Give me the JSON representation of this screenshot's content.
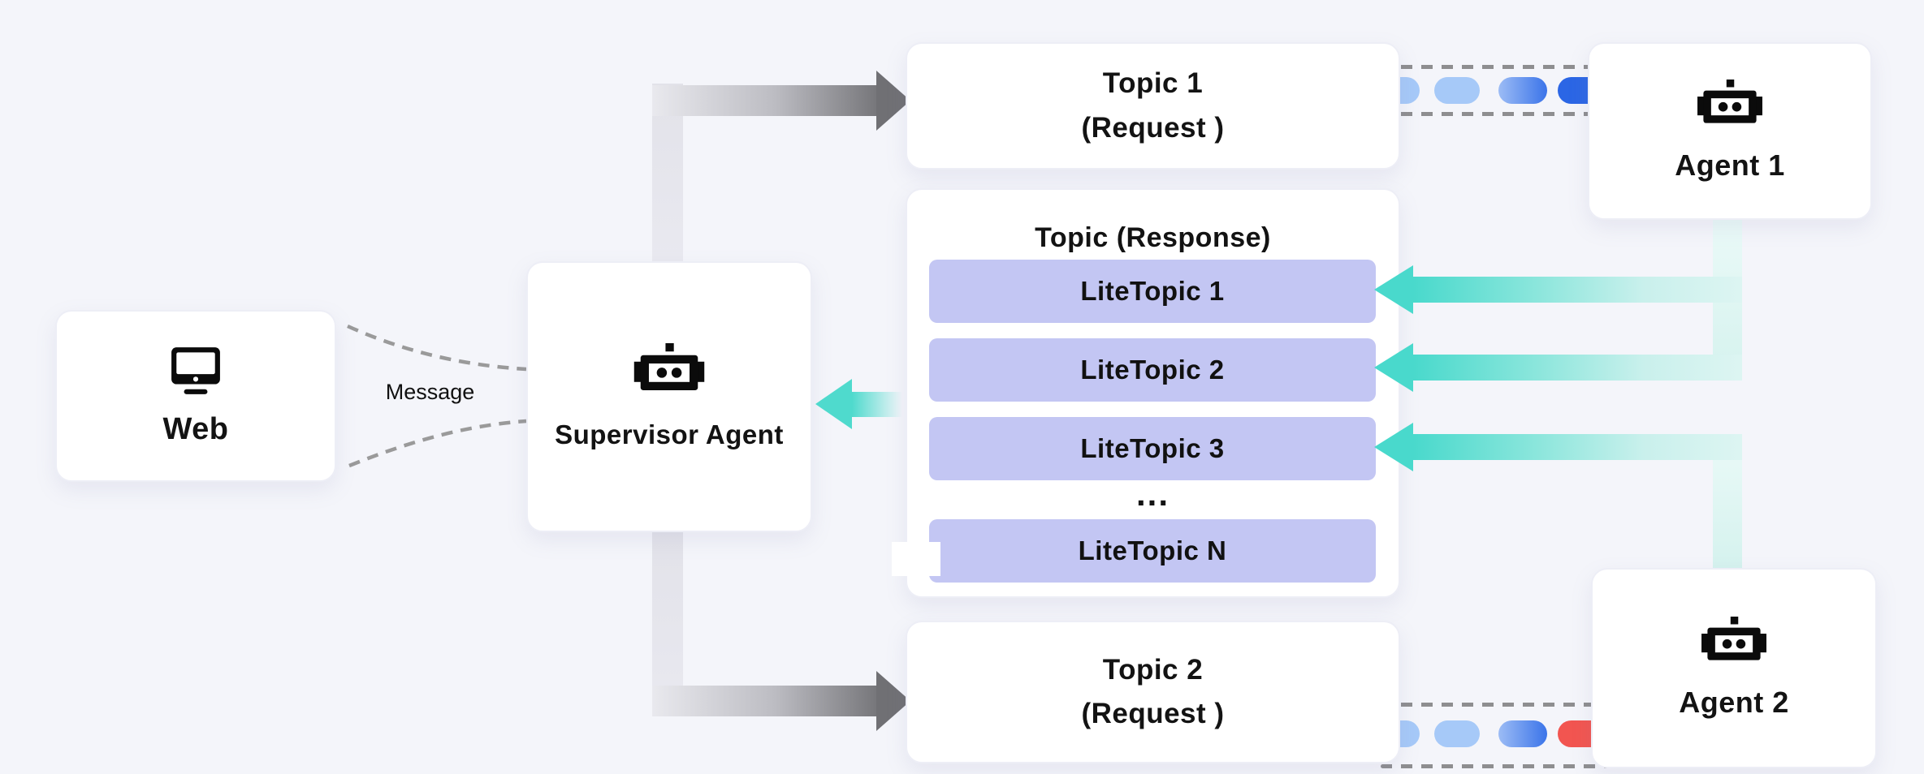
{
  "web": {
    "label": "Web",
    "icon": "monitor-icon"
  },
  "message_link": {
    "label": "Message"
  },
  "supervisor": {
    "label": "Supervisor Agent",
    "icon": "robot-icon"
  },
  "topic1": {
    "title": "Topic 1",
    "subtitle": "(Request )"
  },
  "response_topic": {
    "title": "Topic (Response)",
    "items": [
      "LiteTopic 1",
      "LiteTopic 2",
      "LiteTopic 3",
      "LiteTopic N"
    ],
    "ellipsis": "..."
  },
  "topic2": {
    "title": "Topic 2",
    "subtitle": "(Request )"
  },
  "agent1": {
    "label": "Agent 1",
    "icon": "robot-icon"
  },
  "agent2": {
    "label": "Agent 2",
    "icon": "robot-icon"
  },
  "colors": {
    "background": "#f4f5fa",
    "teal_arrow": "#49d9cc",
    "litetopic_lavender": "#c3c6f3",
    "pill_blue_light": "#a6c9f8",
    "pill_blue_dark": "#2b66e5",
    "pill_red": "#f25550",
    "request_arrow_gray": "#707074",
    "dash_gray": "#8e8e90"
  }
}
